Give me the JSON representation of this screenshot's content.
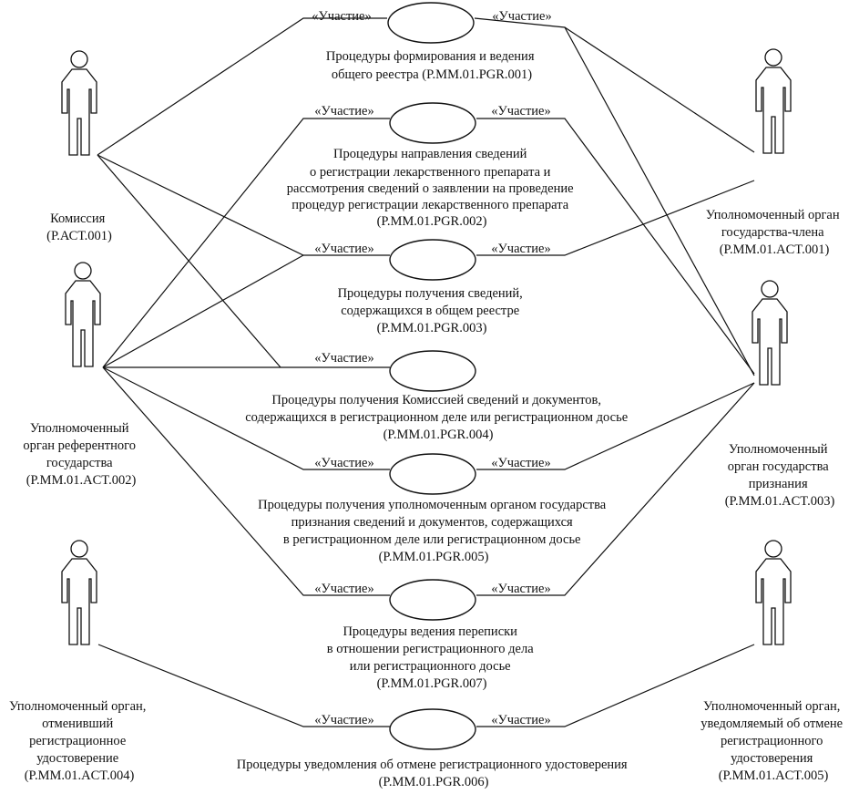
{
  "stereotype": "«Участие»",
  "actors": [
    {
      "id": "commission",
      "lines": [
        "Комиссия",
        "(Р.АСТ.001)"
      ]
    },
    {
      "id": "member",
      "lines": [
        "Уполномоченный орган",
        "государства-члена",
        "(P.MM.01.ACT.001)"
      ]
    },
    {
      "id": "reference",
      "lines": [
        "Уполномоченный",
        "орган референтного",
        "государства",
        "(P.MM.01.ACT.002)"
      ]
    },
    {
      "id": "recognition",
      "lines": [
        "Уполномоченный",
        "орган государства",
        "признания",
        "(P.MM.01.ACT.003)"
      ]
    },
    {
      "id": "revoking",
      "lines": [
        "Уполномоченный орган,",
        "отменивший",
        "регистрационное",
        "удостоверение",
        "(P.MM.01.ACT.004)"
      ]
    },
    {
      "id": "notified",
      "lines": [
        "Уполномоченный орган,",
        "уведомляемый об отмене",
        "регистрационного",
        "удостоверения",
        "(P.MM.01.ACT.005)"
      ]
    }
  ],
  "usecases": [
    {
      "id": "pgr001",
      "lines": [
        "Процедуры формирования и ведения",
        "общего реестра (P.MM.01.PGR.001)"
      ]
    },
    {
      "id": "pgr002",
      "lines": [
        "Процедуры направления сведений",
        "о регистрации лекарственного препарата и",
        "рассмотрения сведений о заявлении на проведение",
        "процедур регистрации лекарственного препарата",
        "(P.MM.01.PGR.002)"
      ]
    },
    {
      "id": "pgr003",
      "lines": [
        "Процедуры получения сведений,",
        "содержащихся в общем реестре",
        "(P.MM.01.PGR.003)"
      ]
    },
    {
      "id": "pgr004",
      "lines": [
        "Процедуры получения Комиссией сведений и документов,",
        "содержащихся в регистрационном деле или регистрационном досье",
        "(P.MM.01.PGR.004)"
      ]
    },
    {
      "id": "pgr005",
      "lines": [
        "Процедуры получения уполномоченным органом государства",
        "признания сведений и документов, содержащихся",
        "в регистрационном деле или регистрационном досье",
        "(P.MM.01.PGR.005)"
      ]
    },
    {
      "id": "pgr007",
      "lines": [
        "Процедуры ведения переписки",
        "в отношении регистрационного дела",
        "или регистрационного досье",
        "(P.MM.01.PGR.007)"
      ]
    },
    {
      "id": "pgr006",
      "lines": [
        "Процедуры уведомления об отмене регистрационного удостоверения",
        "(P.MM.01.PGR.006)"
      ]
    }
  ]
}
